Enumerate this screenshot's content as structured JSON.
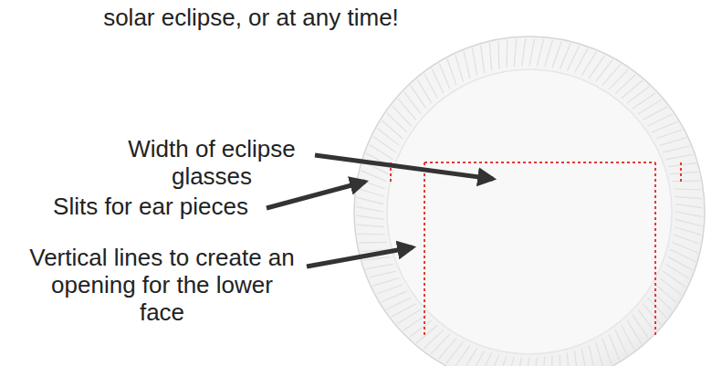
{
  "diagram": {
    "labels": [
      "solar eclipse, or at any time!",
      "Width of eclipse glasses",
      "Slits for ear pieces",
      "Vertical lines to create an opening for the lower face"
    ]
  }
}
